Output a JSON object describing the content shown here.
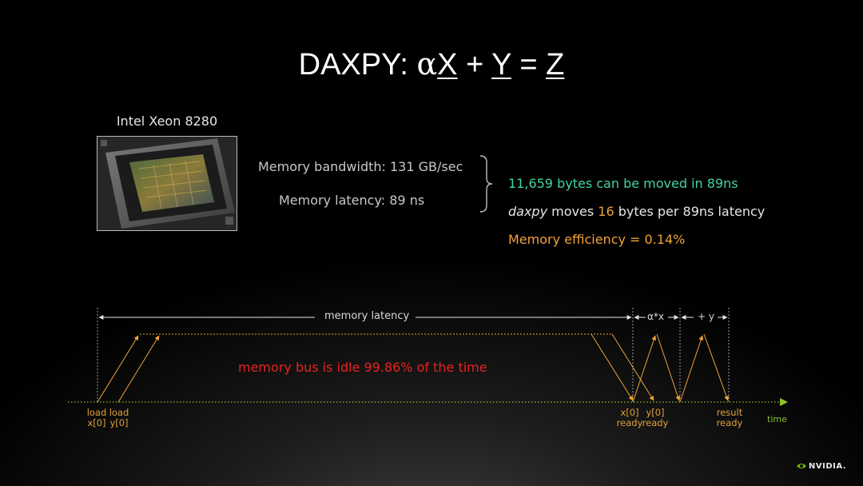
{
  "title": {
    "prefix": "DAXPY: ",
    "alpha": "α",
    "x": "X",
    "plus": " + ",
    "y": "Y",
    "eq": " = ",
    "z": "Z"
  },
  "chip": {
    "label": "Intel Xeon 8280"
  },
  "specs": {
    "bandwidth": "Memory bandwidth: 131 GB/sec",
    "latency": "Memory latency: 89 ns"
  },
  "statements": {
    "line1": "11,659 bytes can be moved in 89ns",
    "line2_italic": "daxpy",
    "line2_pre": " moves ",
    "line2_num": "16",
    "line2_post": " bytes per 89ns latency",
    "line3": "Memory efficiency = 0.14%"
  },
  "timeline": {
    "memory_latency_label": "memory latency",
    "alpha_x_label": "α*x",
    "plus_y_label": "+ y",
    "idle_message": "memory bus is idle 99.86% of the time",
    "load_x": [
      "load",
      "x[0]"
    ],
    "load_y": [
      "load",
      "y[0]"
    ],
    "x_ready": [
      "x[0]",
      "ready"
    ],
    "y_ready": [
      "y[0]",
      "ready"
    ],
    "result_ready": [
      "result",
      "ready"
    ],
    "time_label": "time"
  },
  "logo": {
    "text": "NVIDIA."
  },
  "colors": {
    "green": "#45d49b",
    "orange": "#f0a23a",
    "red": "#e8231f",
    "axis_green": "#8ec22a"
  }
}
